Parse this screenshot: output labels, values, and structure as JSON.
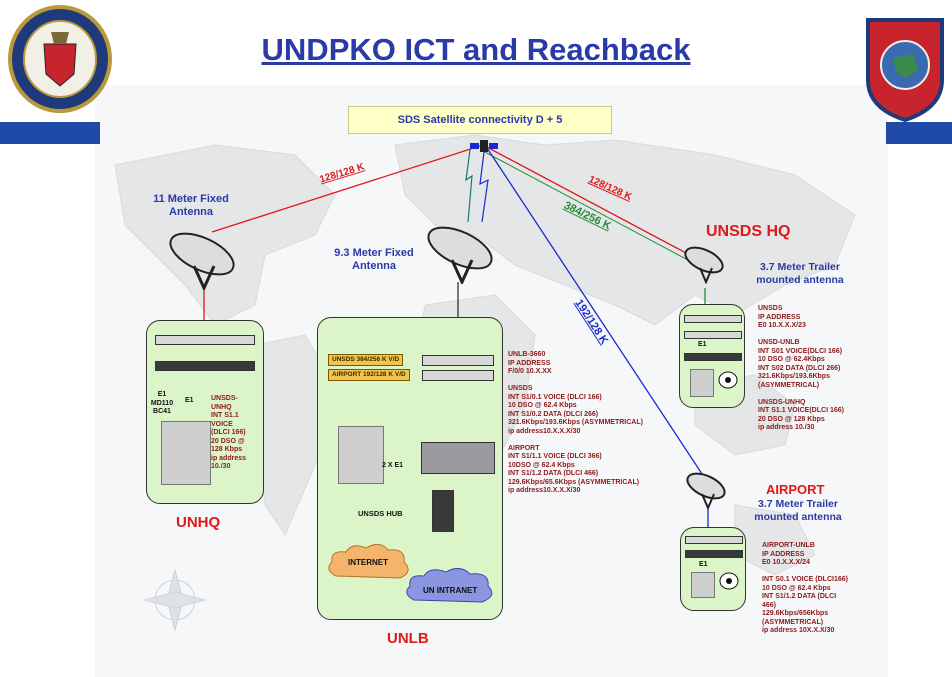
{
  "slide": {
    "title": "UNDPKO ICT and Reachback",
    "banner": "SDS Satellite connectivity D + 5"
  },
  "links": {
    "unhq": "128/128 K",
    "unsds_red": "128/128 K",
    "unsds_green": "384/256 K",
    "airport": "192/128 K"
  },
  "antennas": {
    "unhq": "11 Meter Fixed Antenna",
    "unlb": "9.3  Meter Fixed Antenna",
    "unsds": "3.7  Meter Trailer mounted antenna",
    "airport": "3.7  Meter Trailer mounted antenna"
  },
  "sites": {
    "unhq": {
      "name": "UNHQ",
      "e1_left": "E1\nMD110\nBC41",
      "e1": "E1",
      "details": "UNSDS-\nUNHQ\nINT S1.1\nVOICE\n(DLCI 166)\n20 DSO @\n128 Kbps\nip address\n10./30"
    },
    "unlb": {
      "name": "UNLB",
      "hub": "UNSDS  HUB",
      "internet": "INTERNET",
      "intranet": "UN INTRANET",
      "unsds_vid": "UNSDS 384/256 K V/D",
      "airport_vid": "AIRPORT 192/128 K V/D",
      "two_e1": "2 X E1",
      "details": "UNLB-3660\nIP ADDRESS\nF/0/0 10.X.XX\n\nUNSDS\nINT S1/0.1 VOICE (DLCI 166)\n10 DSO @ 62.4 Kbps\nINT S1/0.2 DATA (DLCI  266)\n321.6Kbps/193.6Kbps (ASYMMETRICAL)\nip address10.X.X.X/30\n\nAIRPORT\nINT S1/1.1 VOICE (DLCI 366)\n10DSO @ 62.4 Kbps\nINT S1/1.2 DATA (DLCI 466)\n129.6Kbps/65.6Kbps (ASYMMETRICAL)\nip address10.X.X.X/30"
    },
    "unsds": {
      "name": "UNSDS HQ",
      "e1": "E1",
      "details": "UNSDS\nIP ADDRESS\nE0 10.X.X.X/23\n\nUNSD-UNLB\nINT S01 VOICE(DLCI 166)\n10 DSO @ 62.4Kbps\nINT S02 DATA (DLCI 266)\n321.6Kbps/193.6Kbps\n(ASYMMETRICAL)\n\nUNSDS-UNHQ\nINT S1.1 VOICE(DLCI 166)\n20 DSO @ 128 Kbps\nip address 10./30"
    },
    "airport": {
      "name": "AIRPORT",
      "e1": "E1",
      "details": "AIRPORT-UNLB\nIP ADDRESS\nE0 10.X.X.X/24\n\nINT S0.1 VOICE (DLCI166)\n10 DSO @ 62.4 Kbps\nINT S1/1.2  DATA (DLCI\n466)\n129.6Kbps/656Kbps\n(ASYMMETRICAL)\nip address 10X.X.X/30"
    }
  },
  "colors": {
    "title": "#2a3aa6",
    "accent_bar": "#1f4aa8",
    "red_link": "#e01818",
    "green_link": "#2a8a3a",
    "blue_link": "#1a2ad0"
  }
}
